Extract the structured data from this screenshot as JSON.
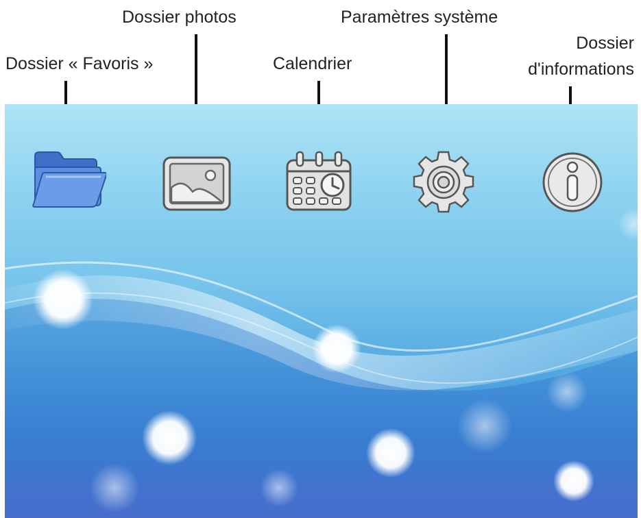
{
  "labels": {
    "favorites": "Dossier « Favoris »",
    "photos": "Dossier photos",
    "calendar": "Calendrier",
    "settings": "Paramètres système",
    "info_line1": "Dossier",
    "info_line2": "d'informations"
  },
  "icons": {
    "favorites": "folder-icon",
    "photos": "image-icon",
    "calendar": "calendar-icon",
    "settings": "gear-icon",
    "info": "info-icon"
  },
  "colors": {
    "folder": "#4a7fd6",
    "icon_gray": "#d9d9d9",
    "sky_top": "#aee4f6",
    "sky_bottom": "#3b8ed6"
  }
}
